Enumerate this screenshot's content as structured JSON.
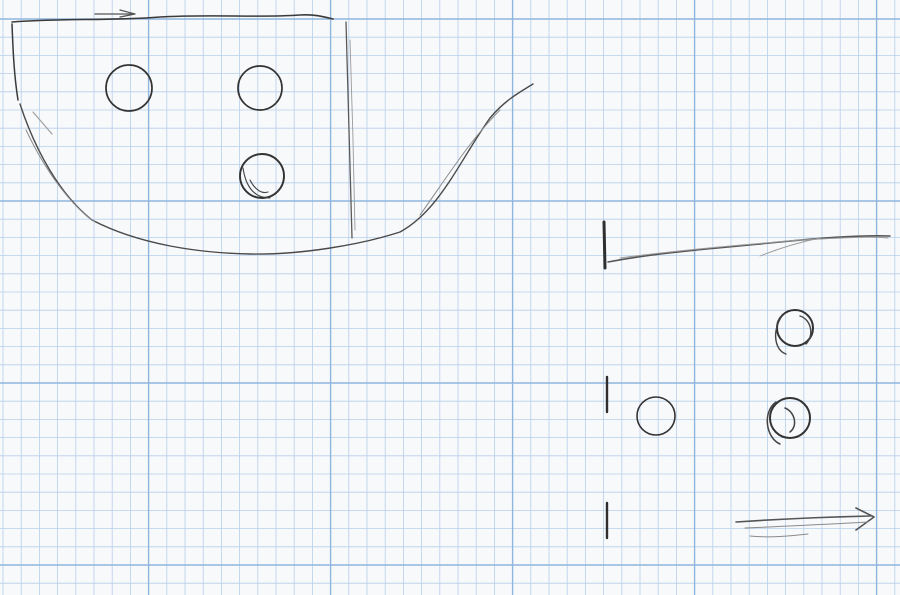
{
  "paper": {
    "background": "#f8f9fb",
    "grid_minor_color": "#b7d0ea",
    "grid_major_color": "#8fb6de",
    "pencil_color": "#3a3a3a",
    "pencil_light_color": "#8a8a8a"
  },
  "sketch": {
    "left_figure": {
      "shape": "bowl",
      "circles": 3,
      "arrow": "top-edge-right"
    },
    "right_figure": {
      "shape": "wall-with-ramp",
      "circles": 3,
      "tick_marks": 3,
      "arrow": "bottom-right"
    }
  }
}
